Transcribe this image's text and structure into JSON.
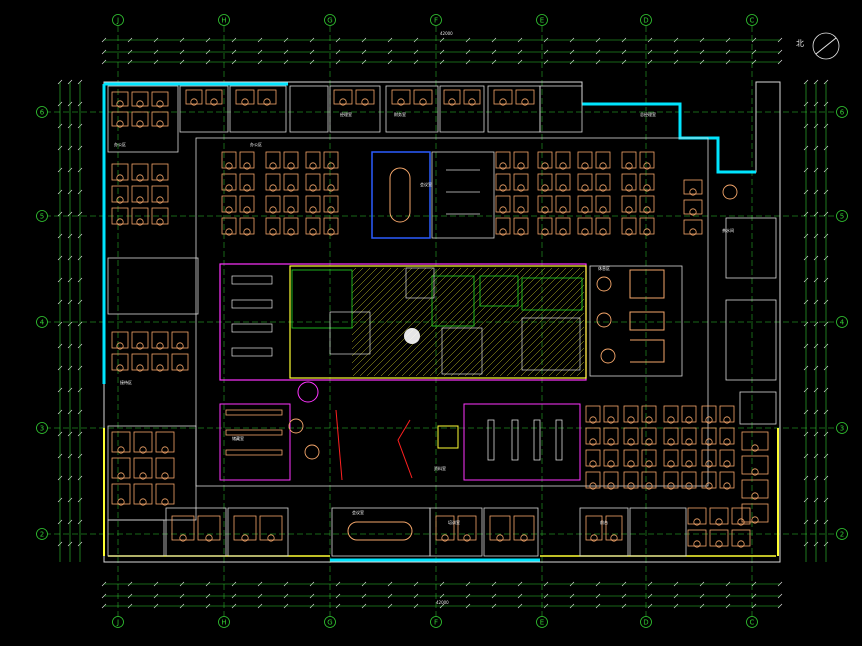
{
  "drawing": {
    "title": "",
    "colors": {
      "background": "#000000",
      "axis": "#33cc33",
      "dimension": "#e6e6e6",
      "outer_wall": "#00e5ff",
      "walls": "#d9d9d9",
      "furniture": "#f4a66a",
      "partition": "#ffff33",
      "core": "#ff33ff",
      "hatch": "#ffff33",
      "green_zone": "#22dd22",
      "meeting": "#2a5cff",
      "red_mark": "#ff2020"
    },
    "column_axes_top": [
      "J",
      "H",
      "G",
      "F",
      "E",
      "D",
      "C"
    ],
    "column_axes_bottom": [
      "J",
      "H",
      "G",
      "F",
      "E",
      "D",
      "C"
    ],
    "row_axes_left": [
      "6",
      "5",
      "4",
      "3",
      "2"
    ],
    "row_axes_right": [
      "6",
      "5",
      "4",
      "3",
      "2"
    ],
    "top_dimension_overall": "42000",
    "bottom_dimension_overall": "42000",
    "north_label": "北",
    "room_labels": [
      "会议室",
      "经理室",
      "财务室",
      "总经理室",
      "接待区",
      "前台",
      "培训室",
      "休息区",
      "资料室",
      "茶水间",
      "办公区",
      "储藏室"
    ]
  }
}
